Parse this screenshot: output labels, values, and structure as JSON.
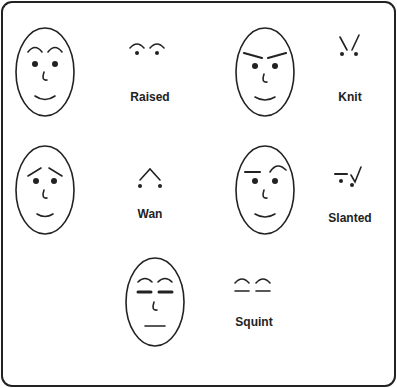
{
  "diagram": {
    "labels": [
      "Raised",
      "Knit",
      "Wan",
      "Slanted",
      "Squint"
    ]
  }
}
